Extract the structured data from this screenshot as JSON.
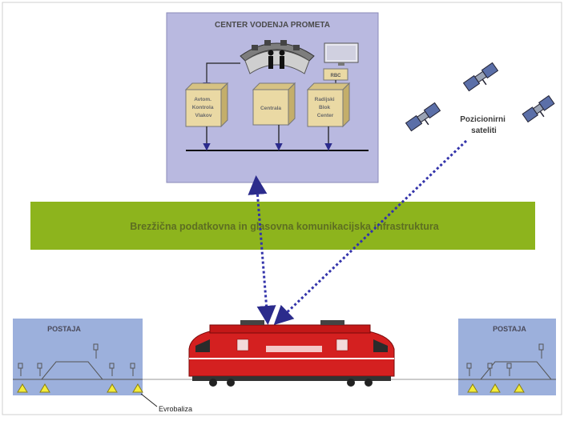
{
  "center": {
    "title": "CENTER VODENJA PROMETA",
    "box_left": [
      "Avtom.",
      "Kontrola",
      "Vlakov"
    ],
    "box_mid": [
      "Centrala"
    ],
    "box_right": [
      "Radijski",
      "Blok",
      "Center"
    ],
    "monitor_label": "RBC"
  },
  "satellites": {
    "label": [
      "Pozicionirni",
      "sateliti"
    ]
  },
  "banner": {
    "text": "Brezžična podatkovna in glasovna komunikacijska infrastruktura"
  },
  "stations": {
    "left_label": "POSTAJA",
    "right_label": "POSTAJA"
  },
  "balise": {
    "label": "Evrobaliza"
  },
  "colors": {
    "center_bg": "#b9b9e0",
    "banner_bg": "#8db41d",
    "station_bg": "#9cb0dc",
    "box_face": "#ead9a4",
    "link": "#3333aa",
    "train_red": "#d42020",
    "balise_yellow": "#f4ec3a"
  }
}
